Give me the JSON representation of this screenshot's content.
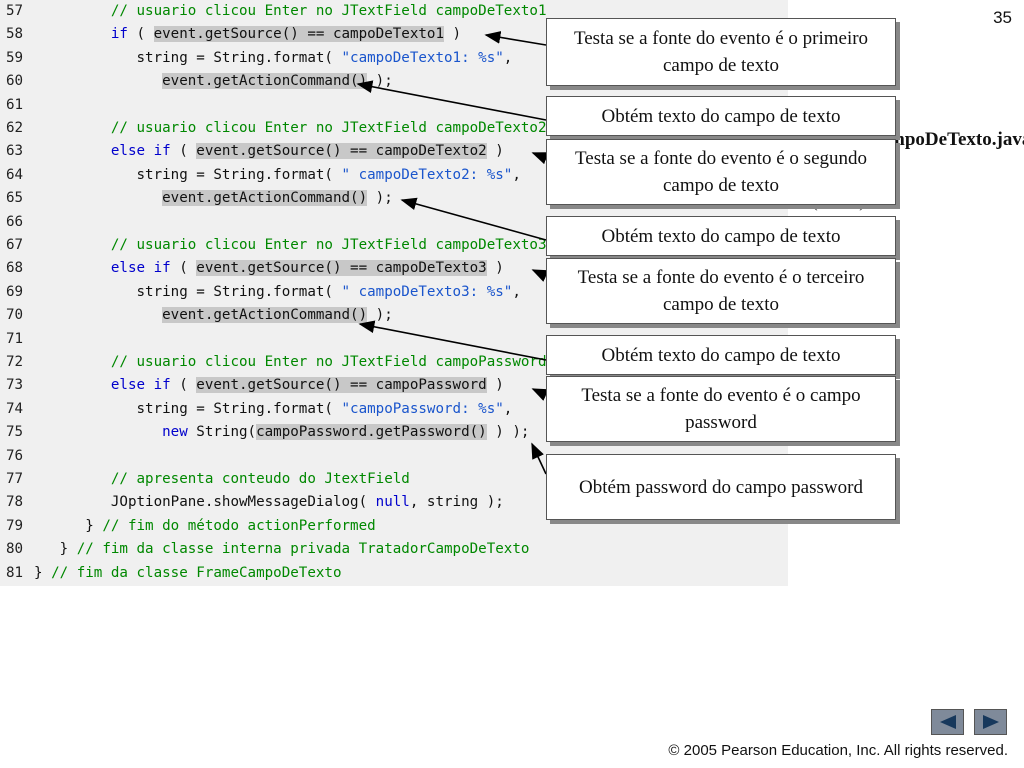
{
  "page_number": "35",
  "copyright": "© 2005 Pearson Education, Inc.  All rights reserved.",
  "side_title": "FrameCampoDeTexto.java",
  "side_subtitle": "(3 de 3)",
  "code_lines": [
    {
      "num": "57",
      "parts": [
        {
          "t": "         "
        },
        {
          "t": "// usuario clicou Enter no JTextField campoDeTexto1",
          "c": "cm"
        }
      ]
    },
    {
      "num": "58",
      "parts": [
        {
          "t": "         "
        },
        {
          "t": "if",
          "c": "kw"
        },
        {
          "t": " ( "
        },
        {
          "t": "event.getSource() == campoDeTexto1",
          "c": "hl"
        },
        {
          "t": " )"
        }
      ]
    },
    {
      "num": "59",
      "parts": [
        {
          "t": "            string = String.format( "
        },
        {
          "t": "\"campoDeTexto1: %s\"",
          "c": "str"
        },
        {
          "t": ","
        }
      ]
    },
    {
      "num": "60",
      "parts": [
        {
          "t": "               "
        },
        {
          "t": "event.getActionCommand()",
          "c": "hl"
        },
        {
          "t": " );"
        }
      ]
    },
    {
      "num": "61",
      "parts": []
    },
    {
      "num": "62",
      "parts": [
        {
          "t": "         "
        },
        {
          "t": "// usuario clicou Enter no JTextField campoDeTexto2",
          "c": "cm"
        }
      ]
    },
    {
      "num": "63",
      "parts": [
        {
          "t": "         "
        },
        {
          "t": "else if",
          "c": "kw"
        },
        {
          "t": " ( "
        },
        {
          "t": "event.getSource() == campoDeTexto2",
          "c": "hl"
        },
        {
          "t": " )"
        }
      ]
    },
    {
      "num": "64",
      "parts": [
        {
          "t": "            string = String.format( "
        },
        {
          "t": "\" campoDeTexto2: %s\"",
          "c": "str"
        },
        {
          "t": ","
        }
      ]
    },
    {
      "num": "65",
      "parts": [
        {
          "t": "               "
        },
        {
          "t": "event.getActionCommand()",
          "c": "hl"
        },
        {
          "t": " );"
        }
      ]
    },
    {
      "num": "66",
      "parts": []
    },
    {
      "num": "67",
      "parts": [
        {
          "t": "         "
        },
        {
          "t": "// usuario clicou Enter no JTextField campoDeTexto3",
          "c": "cm"
        }
      ]
    },
    {
      "num": "68",
      "parts": [
        {
          "t": "         "
        },
        {
          "t": "else if",
          "c": "kw"
        },
        {
          "t": " ( "
        },
        {
          "t": "event.getSource() == campoDeTexto3",
          "c": "hl"
        },
        {
          "t": " )"
        }
      ]
    },
    {
      "num": "69",
      "parts": [
        {
          "t": "            string = String.format( "
        },
        {
          "t": "\" campoDeTexto3: %s\"",
          "c": "str"
        },
        {
          "t": ","
        }
      ]
    },
    {
      "num": "70",
      "parts": [
        {
          "t": "               "
        },
        {
          "t": "event.getActionCommand()",
          "c": "hl"
        },
        {
          "t": " );"
        }
      ]
    },
    {
      "num": "71",
      "parts": []
    },
    {
      "num": "72",
      "parts": [
        {
          "t": "         "
        },
        {
          "t": "// usuario clicou Enter no JTextField campoPassword",
          "c": "cm"
        }
      ]
    },
    {
      "num": "73",
      "parts": [
        {
          "t": "         "
        },
        {
          "t": "else if",
          "c": "kw"
        },
        {
          "t": " ( "
        },
        {
          "t": "event.getSource() == campoPassword",
          "c": "hl"
        },
        {
          "t": " )"
        }
      ]
    },
    {
      "num": "74",
      "parts": [
        {
          "t": "            string = String.format( "
        },
        {
          "t": "\"campoPassword: %s\"",
          "c": "str"
        },
        {
          "t": ","
        }
      ]
    },
    {
      "num": "75",
      "parts": [
        {
          "t": "               "
        },
        {
          "t": "new",
          "c": "kw"
        },
        {
          "t": " String("
        },
        {
          "t": "campoPassword.getPassword()",
          "c": "hl"
        },
        {
          "t": " ) );"
        }
      ]
    },
    {
      "num": "76",
      "parts": []
    },
    {
      "num": "77",
      "parts": [
        {
          "t": "         "
        },
        {
          "t": "// apresenta conteudo do JtextField",
          "c": "cm"
        }
      ]
    },
    {
      "num": "78",
      "parts": [
        {
          "t": "         JOptionPane.showMessageDialog( "
        },
        {
          "t": "null",
          "c": "kw"
        },
        {
          "t": ", string );"
        }
      ]
    },
    {
      "num": "79",
      "parts": [
        {
          "t": "      } "
        },
        {
          "t": "// fim do método actionPerformed",
          "c": "cm"
        }
      ]
    },
    {
      "num": "80",
      "parts": [
        {
          "t": "   } "
        },
        {
          "t": "// fim da classe interna privada TratadorCampoDeTexto",
          "c": "cm"
        }
      ]
    },
    {
      "num": "81",
      "parts": [
        {
          "t": "} "
        },
        {
          "t": "// fim da classe FrameCampoDeTexto",
          "c": "cm"
        }
      ]
    }
  ],
  "callouts": [
    "Testa se a fonte do evento é o primeiro campo de texto",
    "Obtém texto do campo de texto",
    "Testa se a fonte do evento é o segundo campo de texto",
    "Obtém texto do campo de texto",
    "Testa se a fonte do evento é o terceiro campo de texto",
    "Obtém texto do campo de texto",
    "Testa se a fonte do evento é o campo password",
    "Obtém password do campo password"
  ],
  "nav": {
    "prev_icon": "triangle-left-icon",
    "next_icon": "triangle-right-icon"
  }
}
